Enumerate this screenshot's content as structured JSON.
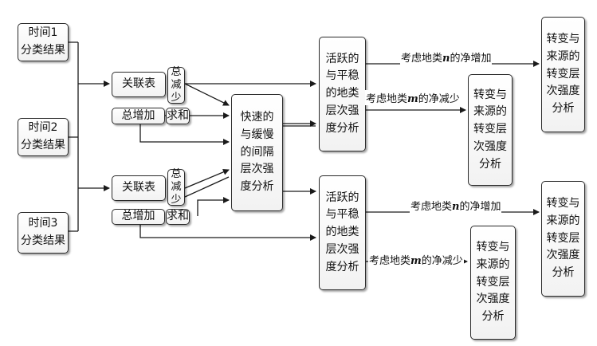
{
  "time1": [
    "时间1",
    "分类结果"
  ],
  "time2": [
    "时间2",
    "分类结果"
  ],
  "time3": [
    "时间3",
    "分类结果"
  ],
  "assoc_table": "关联表",
  "total_decrease": [
    "总",
    "减",
    "少"
  ],
  "total_increase": "总增加",
  "summation": "求和",
  "fast_slow": [
    "快速的",
    "与缓慢",
    "的间隔",
    "层次强",
    "度分析"
  ],
  "active_stable": [
    "活跃的",
    "与平稳",
    "的地类",
    "层次强",
    "度分析"
  ],
  "transition_source": [
    "转变与",
    "来源的",
    "转变层",
    "次强度",
    "分析"
  ],
  "net_increase": {
    "prefix": "考虑地类",
    "var": "n",
    "suffix": "的净增加"
  },
  "net_decrease": {
    "prefix": "考虑地类",
    "var": "m",
    "suffix": "的净减少"
  },
  "colors": {
    "line": "#1a1a1a",
    "box_border": "#2a2a2a",
    "box_fill": "#f4f4f4"
  }
}
